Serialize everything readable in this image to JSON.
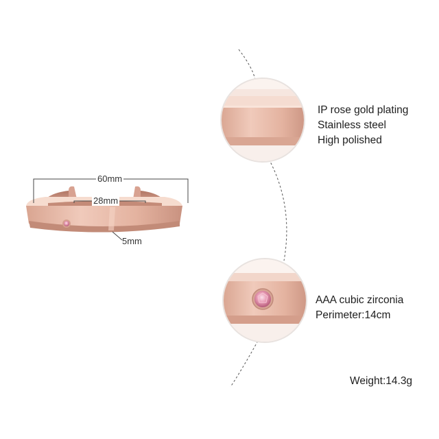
{
  "dimensions": {
    "outer_width": "60mm",
    "inner_width": "28mm",
    "band_width": "5mm"
  },
  "detail_top": {
    "lines": [
      "IP rose gold plating",
      "Stainless steel",
      "High polished"
    ]
  },
  "detail_bottom": {
    "lines": [
      "AAA cubic zirconia",
      "Perimeter:14cm"
    ]
  },
  "weight": "Weight:14.3g",
  "colors": {
    "rose_gold_light": "#f3d3c6",
    "rose_gold_mid": "#dca796",
    "rose_gold_dark": "#b9826f",
    "stone_pink": "#e59ab0"
  }
}
